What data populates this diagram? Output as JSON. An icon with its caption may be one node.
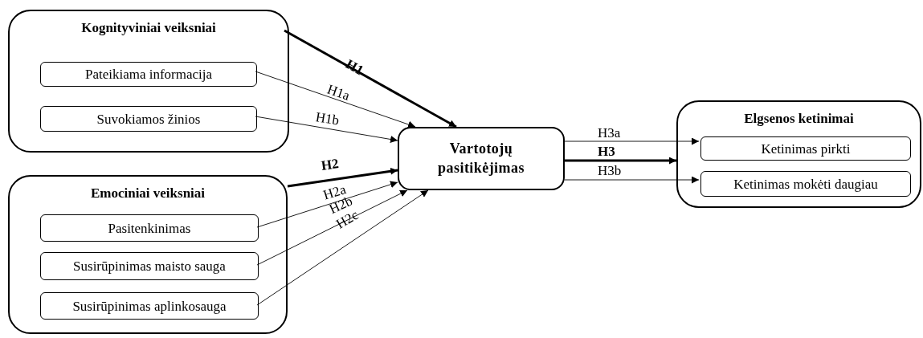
{
  "diagram": {
    "nodes": [
      {
        "text": [
          "Kognityviniai veiksniai"
        ]
      },
      {
        "text": [
          "Pateikiama informacija"
        ],
        "in": 0
      },
      {
        "text": [
          "Suvokiamos žinios"
        ],
        "in": 0
      },
      {
        "text": [
          "Emociniai veiksniai"
        ]
      },
      {
        "text": [
          "Pasitenkinimas"
        ],
        "in": 3
      },
      {
        "text": [
          "Susirūpinimas maisto sauga"
        ],
        "in": 3
      },
      {
        "text": [
          "Susirūpinimas aplinkosauga"
        ],
        "in": 3
      },
      {
        "text": [
          "Vartotojų pasitikėjimas"
        ]
      },
      {
        "text": [
          "Elgsenos ketinimai"
        ]
      },
      {
        "text": [
          "Ketinimas pirkti"
        ],
        "in": 8
      },
      {
        "text": [
          "Ketinimas mokėti daugiau"
        ],
        "in": 8
      }
    ],
    "edges": [
      {
        "from": 0,
        "to": 7,
        "arrow": "to",
        "label": "H1",
        "style": "thick"
      },
      {
        "from": 1,
        "to": 7,
        "arrow": "to",
        "label": "H1a"
      },
      {
        "from": 2,
        "to": 7,
        "arrow": "to",
        "label": "H1b"
      },
      {
        "from": 3,
        "to": 7,
        "arrow": "to",
        "label": "H2",
        "style": "thick"
      },
      {
        "from": 4,
        "to": 7,
        "arrow": "to",
        "label": "H2a"
      },
      {
        "from": 5,
        "to": 7,
        "arrow": "to",
        "label": "H2b"
      },
      {
        "from": 6,
        "to": 7,
        "arrow": "to",
        "label": "H2c"
      },
      {
        "from": 7,
        "to": 9,
        "arrow": "to",
        "label": "H3a"
      },
      {
        "from": 7,
        "to": 8,
        "arrow": "to",
        "label": "H3",
        "style": "thick"
      },
      {
        "from": 7,
        "to": 10,
        "arrow": "to",
        "label": "H3b"
      }
    ]
  }
}
